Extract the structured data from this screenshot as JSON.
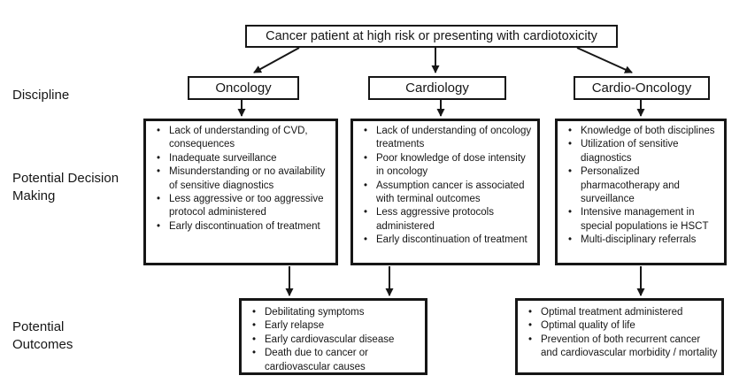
{
  "diagram": {
    "root_label": "Cancer patient at high risk or presenting with cardiotoxicity",
    "row_labels": {
      "discipline": "Discipline",
      "decision_making": "Potential Decision Making",
      "outcomes": "Potential Outcomes"
    },
    "colors": {
      "line": "#161616",
      "background": "#ffffff"
    },
    "disciplines": [
      {
        "name": "Oncology",
        "decision_points": [
          "Lack of understanding of CVD, consequences",
          "Inadequate surveillance",
          "Misunderstanding or no availability of sensitive diagnostics",
          "Less aggressive or too aggressive protocol administered",
          "Early discontinuation of treatment"
        ]
      },
      {
        "name": "Cardiology",
        "decision_points": [
          "Lack of understanding of oncology treatments",
          "Poor knowledge of dose intensity in oncology",
          "Assumption cancer is associated with terminal outcomes",
          "Less aggressive protocols administered",
          "Early discontinuation of treatment"
        ]
      },
      {
        "name": "Cardio-Oncology",
        "decision_points": [
          "Knowledge of both disciplines",
          "Utilization of sensitive diagnostics",
          "Personalized pharmacotherapy and surveillance",
          "Intensive management in special populations ie HSCT",
          "Multi-disciplinary referrals"
        ]
      }
    ],
    "outcomes": [
      {
        "items": [
          "Debilitating symptoms",
          "Early relapse",
          "Early cardiovascular disease",
          "Death due to cancer or cardiovascular causes"
        ]
      },
      {
        "items": [
          "Optimal treatment administered",
          "Optimal quality of life",
          "Prevention of both recurrent cancer and cardiovascular morbidity / mortality"
        ]
      }
    ]
  }
}
